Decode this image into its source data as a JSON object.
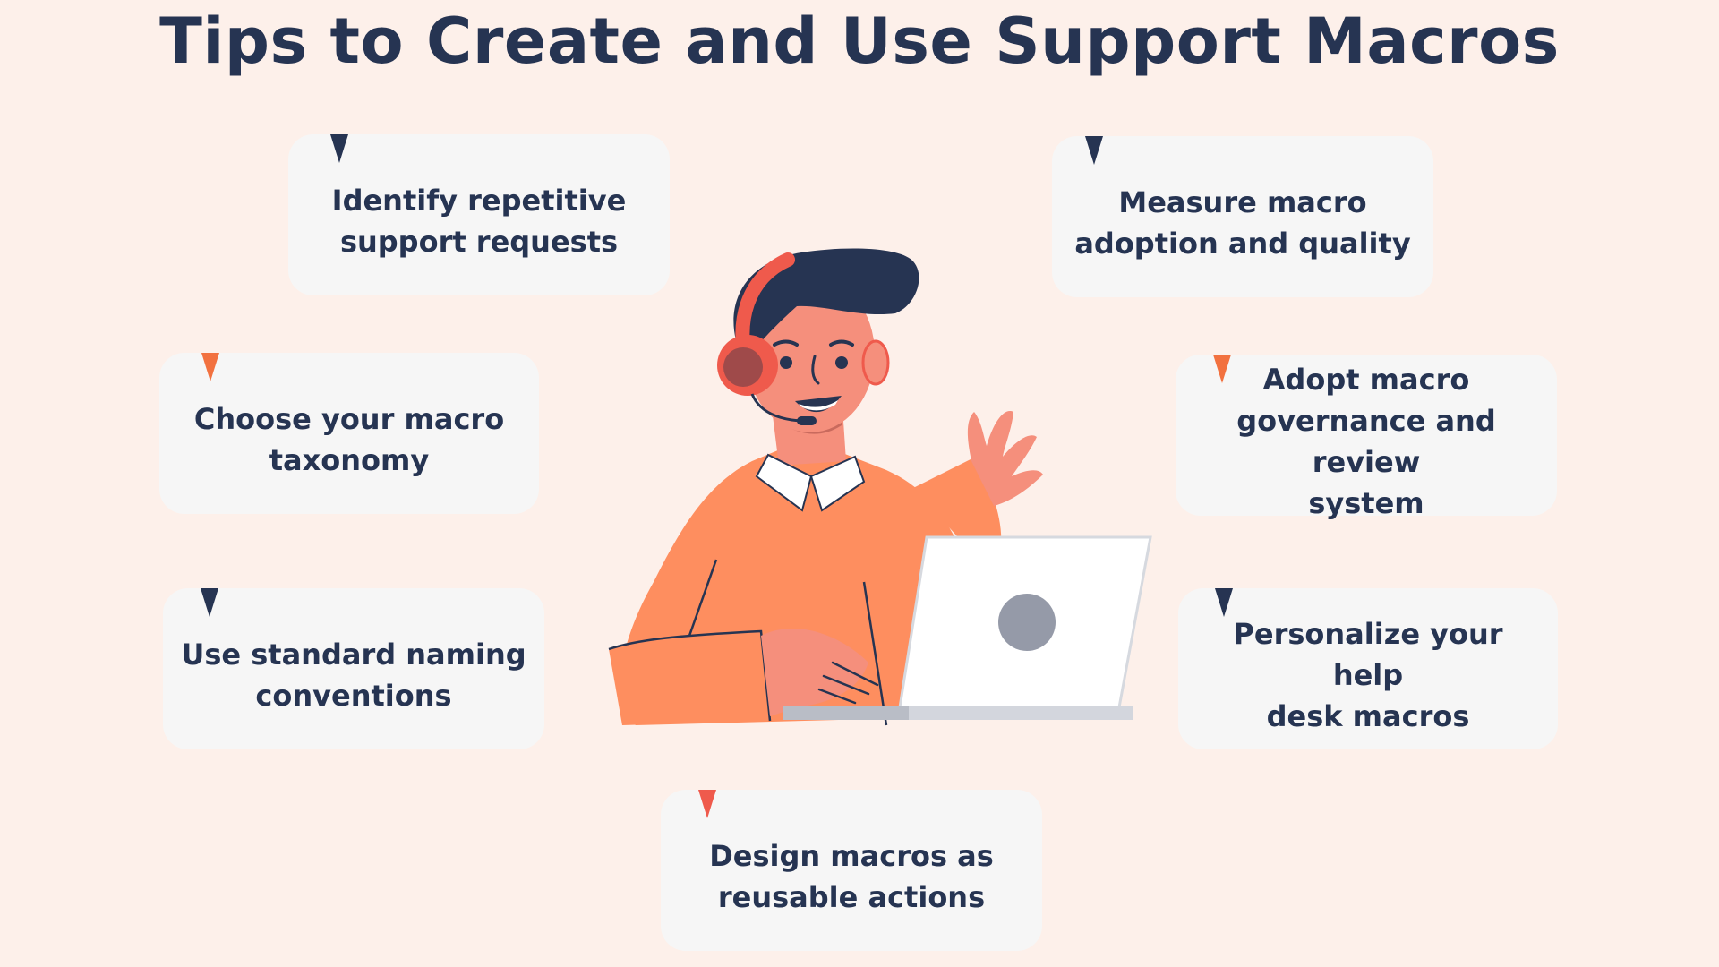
{
  "title": "Tips to Create and Use Support Macros",
  "tips": [
    {
      "text": "Identify repetitive support requests",
      "lines": [
        "Identify repetitive",
        "support requests"
      ],
      "marker_color": "#263452"
    },
    {
      "text": "Choose your macro taxonomy",
      "lines": [
        "Choose your macro",
        "taxonomy"
      ],
      "marker_color": "#f2713f"
    },
    {
      "text": "Use standard naming conventions",
      "lines": [
        "Use standard naming",
        "conventions"
      ],
      "marker_color": "#263452"
    },
    {
      "text": "Design macros as reusable actions",
      "lines": [
        "Design macros as",
        "reusable actions"
      ],
      "marker_color": "#ef5a4c"
    },
    {
      "text": "Measure macro adoption and quality",
      "lines": [
        "Measure macro",
        "adoption and quality"
      ],
      "marker_color": "#263452"
    },
    {
      "text": "Adopt macro governance and review system",
      "lines": [
        "Adopt macro",
        "governance and review",
        "system"
      ],
      "marker_color": "#f2713f"
    },
    {
      "text": "Personalize your help desk macros",
      "lines": [
        "Personalize your help",
        "desk macros"
      ],
      "marker_color": "#263452"
    }
  ],
  "colors": {
    "background": "#fdf0ea",
    "card": "#f6f6f6",
    "text": "#263452",
    "accent_orange": "#f2713f",
    "accent_red": "#ef5a4c",
    "sweater": "#fe8e5f",
    "skin": "#f58f7c",
    "hair": "#263452"
  },
  "illustration": {
    "subject": "support-agent-with-headset-and-laptop"
  }
}
